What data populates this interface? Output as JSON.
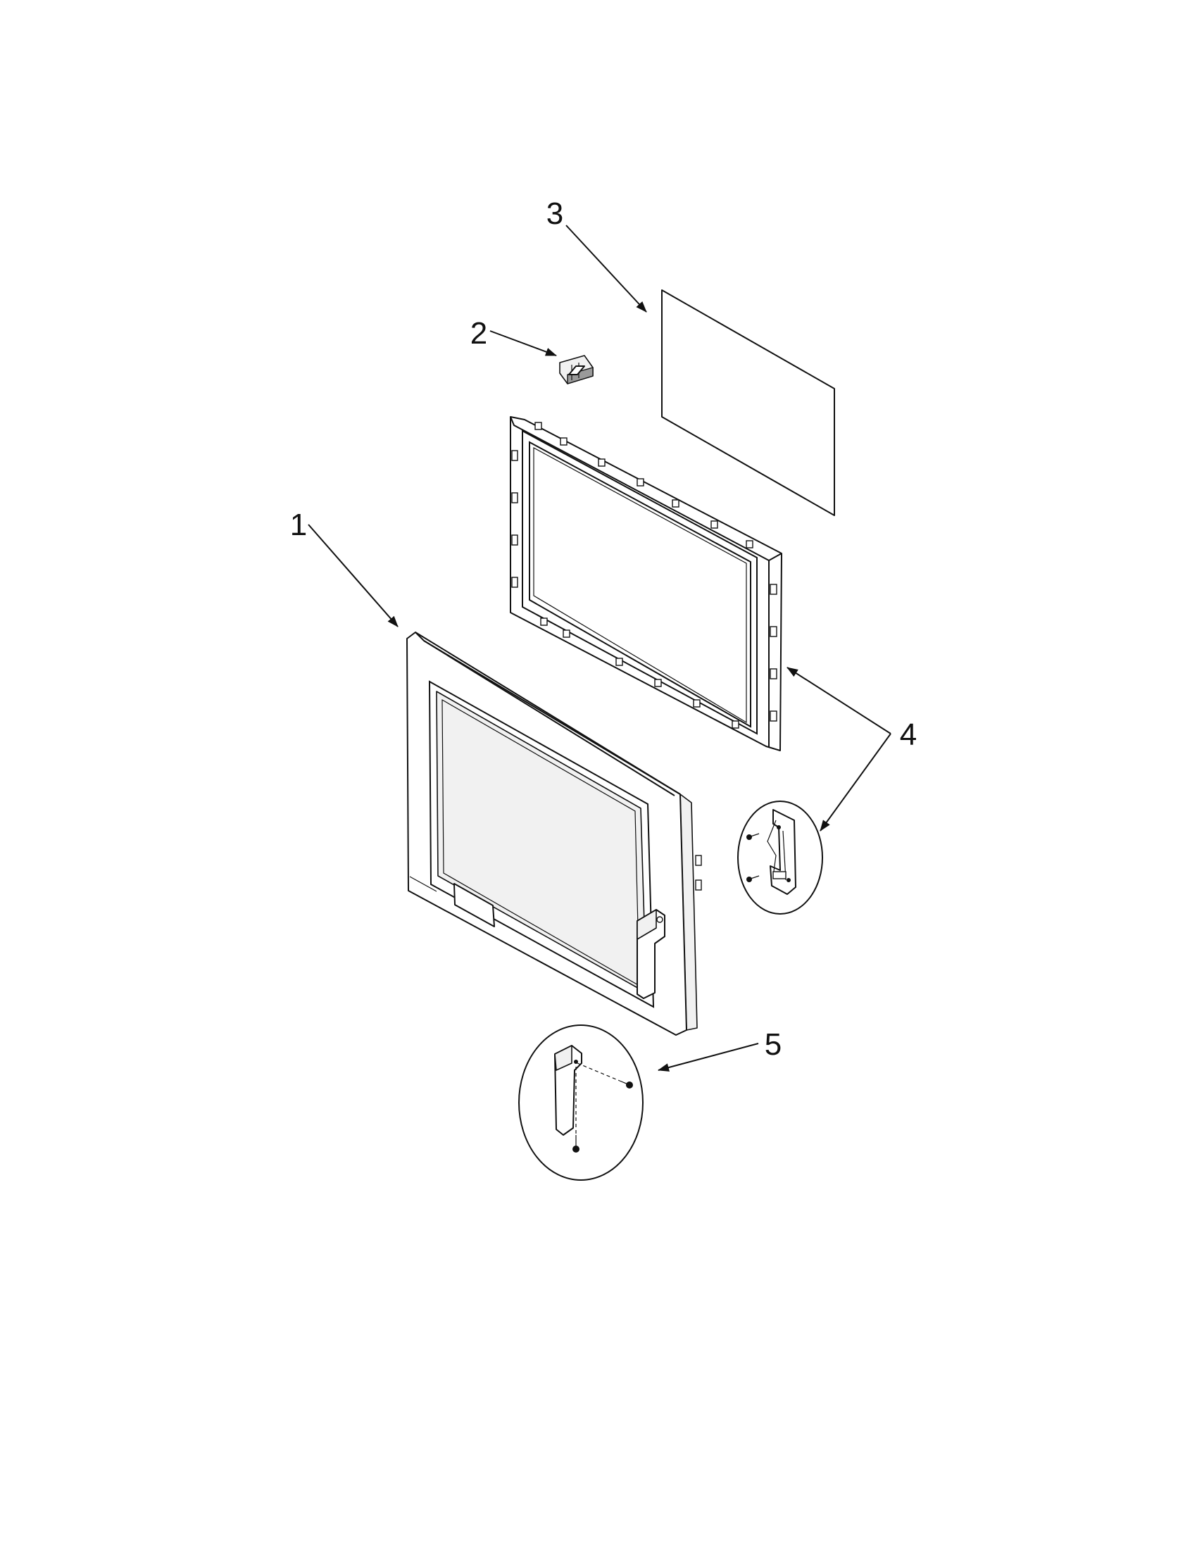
{
  "diagram": {
    "type": "exploded-parts-diagram",
    "callouts": [
      {
        "id": "callout-1",
        "label": "1",
        "part": "door-assembly-icon"
      },
      {
        "id": "callout-2",
        "label": "2",
        "part": "clip-icon"
      },
      {
        "id": "callout-3",
        "label": "3",
        "part": "window-panel-icon"
      },
      {
        "id": "callout-4",
        "label": "4",
        "part": "door-frame-and-latch-icon"
      },
      {
        "id": "callout-5",
        "label": "5",
        "part": "handle-detail-icon"
      }
    ],
    "colors": {
      "line": "#111111",
      "fill": "#ffffff",
      "shade": "#f1f1f1"
    }
  }
}
